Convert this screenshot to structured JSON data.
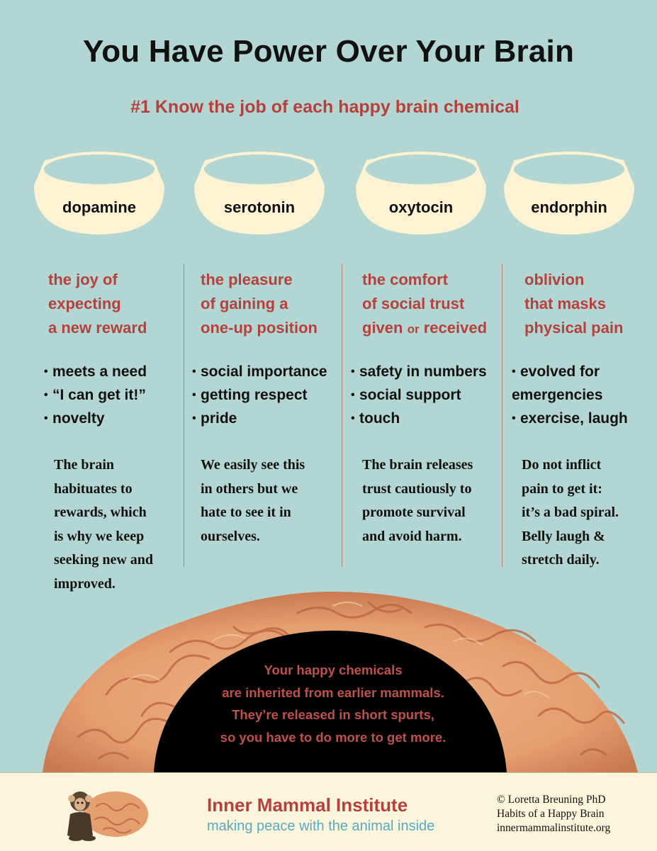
{
  "title": "You Have Power Over Your Brain",
  "subtitle": "#1  Know the job of each happy brain chemical",
  "chemicals": [
    {
      "name": "dopamine",
      "job": [
        "the joy of",
        "expecting",
        "a new reward"
      ],
      "bullets": [
        "meets a need",
        "“I can get it!”",
        "novelty"
      ],
      "note": [
        "The brain",
        "habituates to",
        "rewards, which",
        "is why we keep",
        "seeking new and",
        "improved."
      ]
    },
    {
      "name": "serotonin",
      "job": [
        "the pleasure",
        "of gaining a",
        "one-up position"
      ],
      "bullets": [
        "social importance",
        "getting respect",
        "pride"
      ],
      "note": [
        "We easily see this",
        "in others but we",
        "hate to see it in",
        "ourselves."
      ]
    },
    {
      "name": "oxytocin",
      "job": [
        "the comfort",
        "of social trust",
        "given",
        "or",
        "received"
      ],
      "bullets": [
        "safety in numbers",
        "social support",
        "touch"
      ],
      "note": [
        "The brain releases",
        "trust cautiously to",
        "promote survival",
        "and avoid harm."
      ]
    },
    {
      "name": "endorphin",
      "job": [
        "oblivion",
        "that masks",
        "physical pain"
      ],
      "bullets": [
        "evolved for",
        "emergencies",
        "exercise, laugh"
      ],
      "note": [
        "Do not inflict",
        "pain to get it:",
        "it’s a bad spiral.",
        "Belly laugh &",
        "stretch daily."
      ]
    }
  ],
  "brain_message": [
    "Your happy chemicals",
    "are inherited from earlier mammals.",
    "They’re released in short spurts,",
    "so you have to do more to get more."
  ],
  "footer": {
    "org_name": "Inner Mammal Institute",
    "tagline": "making peace with the animal inside",
    "credits": [
      "© Loretta Breuning PhD",
      "Habits of a Happy Brain",
      "innermammalinstitute.org"
    ]
  },
  "colors": {
    "background": "#b4d6d2",
    "accent_red": "#b5403e",
    "bowl": "#fbf3d4",
    "footer_bg": "#fbf5dc",
    "tagline_blue": "#5aa9c4",
    "brain": "#e8a274"
  },
  "icons": {
    "brain": "brain-illustration",
    "logo": "monkey-with-brain-logo"
  }
}
